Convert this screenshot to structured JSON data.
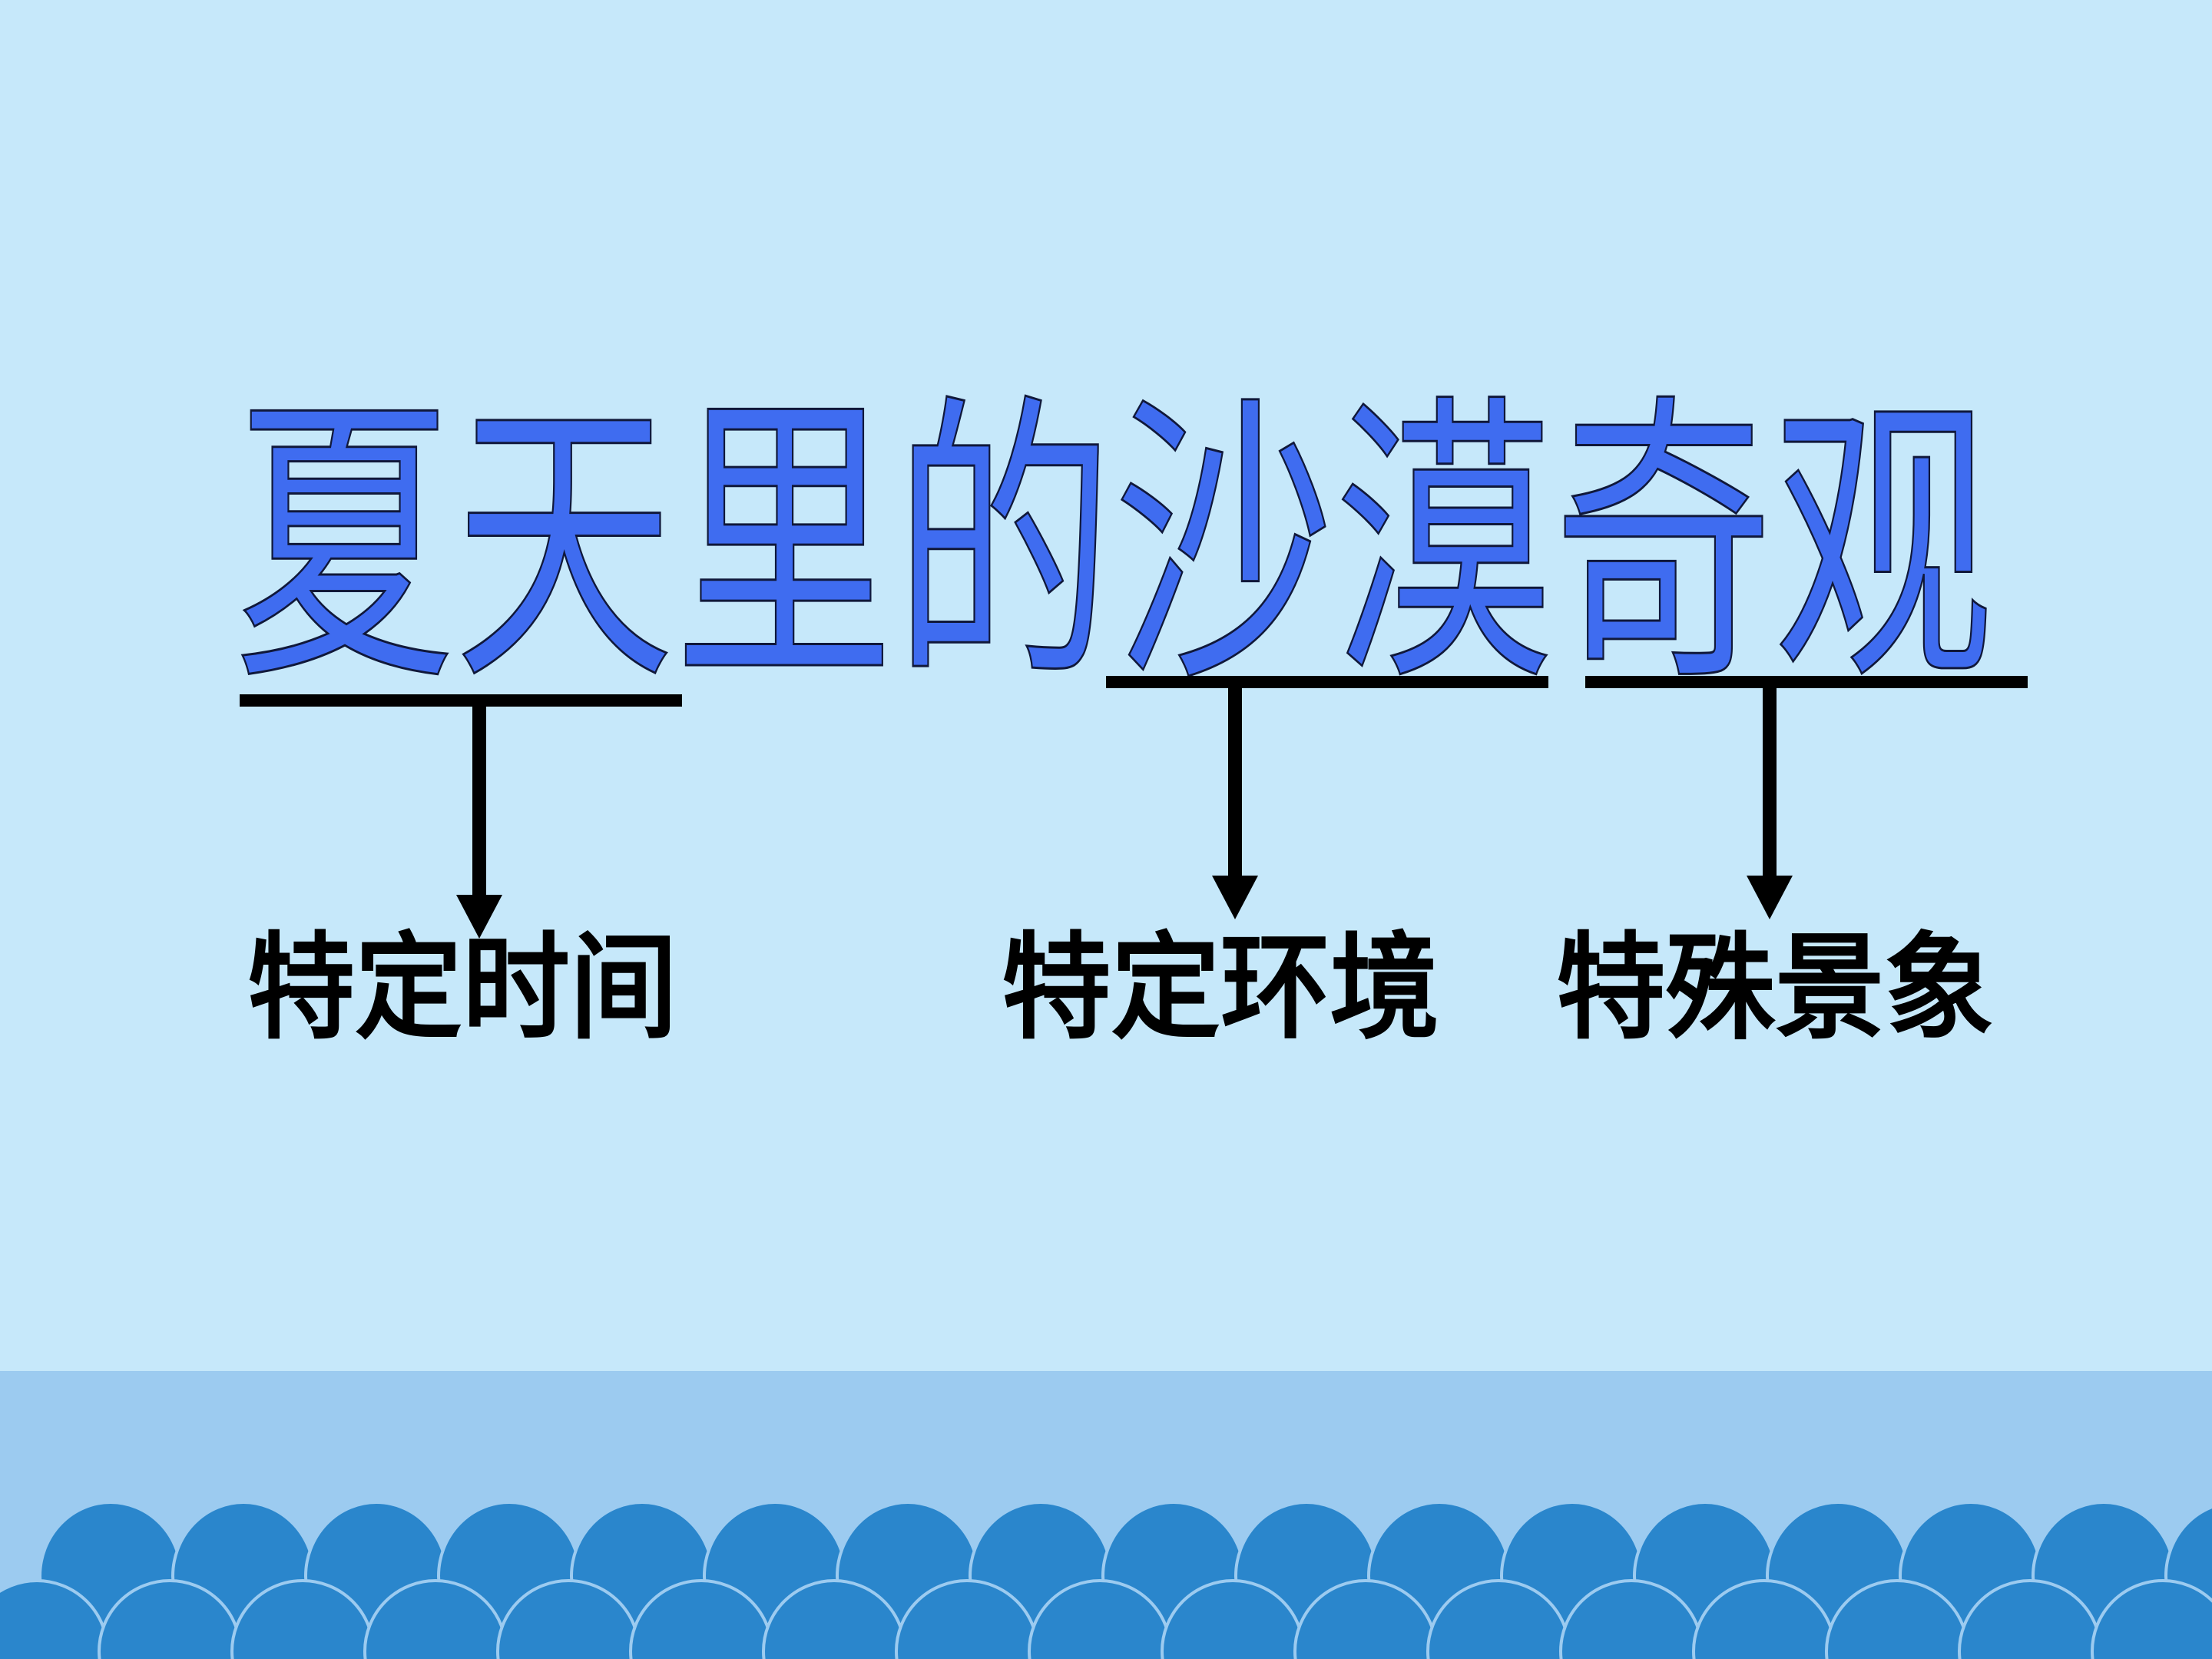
{
  "slide": {
    "title": "夏天里的沙漠奇观",
    "labels": [
      {
        "text": "特定时间"
      },
      {
        "text": "特定环境"
      },
      {
        "text": "特殊景象"
      }
    ]
  },
  "colors": {
    "background": "#c6e8fa",
    "band": "#9ccbf0",
    "scallop": "#2a86cc",
    "title_fill": "#3f6cf0",
    "lines": "#000000"
  }
}
